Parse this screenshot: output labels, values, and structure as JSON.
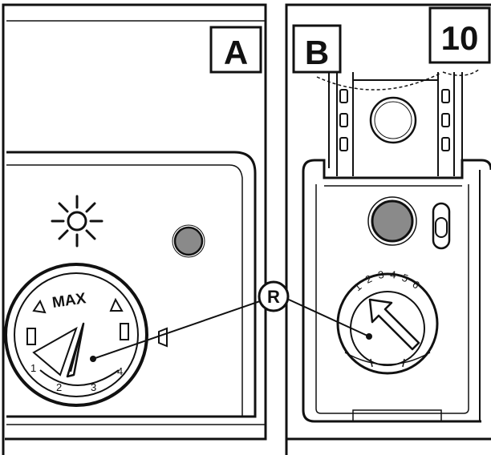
{
  "figure_number": "10",
  "panels": {
    "a": {
      "label": "A"
    },
    "b": {
      "label": "B"
    }
  },
  "callout": {
    "label": "R"
  },
  "dial_a": {
    "max_label": "MAX",
    "scale": [
      "1",
      "2",
      "3",
      "4"
    ]
  },
  "dial_b": {
    "scale": [
      "1",
      "2",
      "3",
      "4",
      "5",
      "6"
    ]
  },
  "icons": {
    "light": "sun-icon",
    "indicator_a": "indicator-lamp-icon",
    "indicator_b": "indicator-lamp-icon",
    "switch_b": "slot-switch-icon"
  },
  "colors": {
    "line": "#111111",
    "lamp": "#8a8a8a",
    "background": "#ffffff"
  }
}
